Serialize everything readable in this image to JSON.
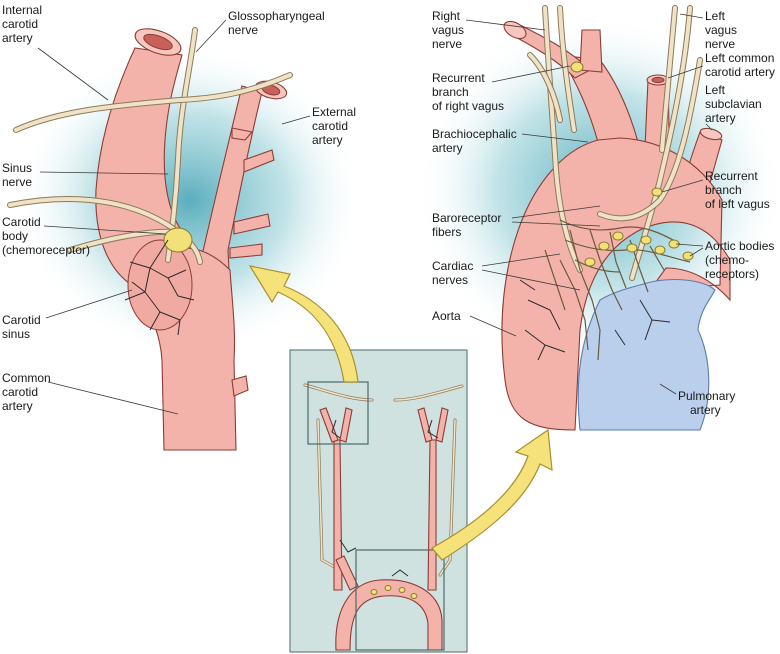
{
  "labels": {
    "internal_carotid": [
      "Internal",
      "carotid",
      "artery"
    ],
    "glossopharyngeal": [
      "Glossopharyngeal",
      "nerve"
    ],
    "external_carotid": [
      "External",
      "carotid",
      "artery"
    ],
    "sinus_nerve": [
      "Sinus",
      "nerve"
    ],
    "carotid_body": [
      "Carotid",
      "body",
      "(chemoreceptor)"
    ],
    "carotid_sinus": [
      "Carotid",
      "sinus"
    ],
    "common_carotid": [
      "Common",
      "carotid",
      "artery"
    ],
    "right_vagus": [
      "Right",
      "vagus",
      "nerve"
    ],
    "left_vagus": [
      "Left",
      "vagus",
      "nerve"
    ],
    "left_common_carotid": [
      "Left common",
      "carotid artery"
    ],
    "recurrent_right": [
      "Recurrent",
      "branch",
      "of right vagus"
    ],
    "left_subclavian": [
      "Left",
      "subclavian",
      "artery"
    ],
    "brachiocephalic": [
      "Brachiocephalic",
      "artery"
    ],
    "recurrent_left": [
      "Recurrent",
      "branch",
      "of left vagus"
    ],
    "baroreceptor": [
      "Baroreceptor",
      "fibers"
    ],
    "aortic_bodies": [
      "Aortic bodies",
      "(chemo-",
      "receptors)"
    ],
    "cardiac_nerves": [
      "Cardiac",
      "nerves"
    ],
    "aorta": [
      "Aorta"
    ],
    "pulmonary": [
      "Pulmonary",
      "artery"
    ]
  }
}
